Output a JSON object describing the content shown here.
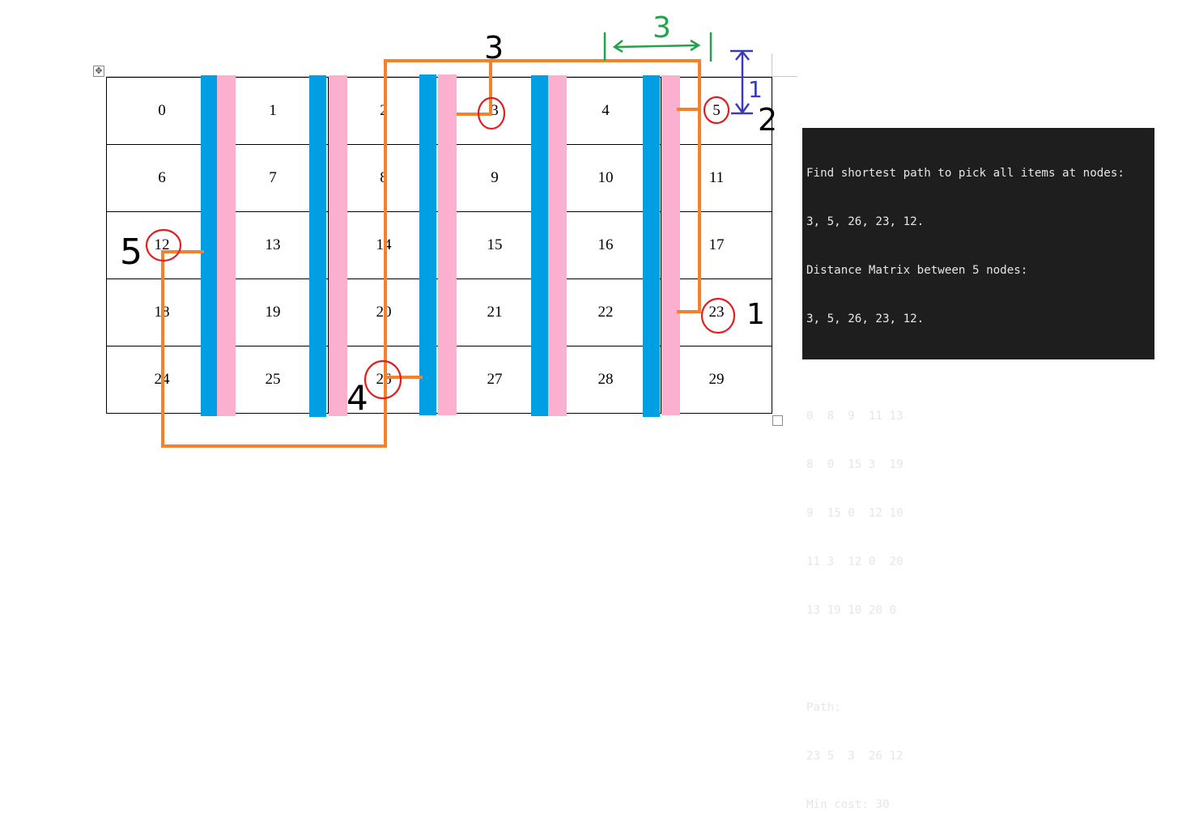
{
  "table": {
    "cells": [
      [
        "0",
        "1",
        "2",
        "3",
        "4",
        "5"
      ],
      [
        "6",
        "7",
        "8",
        "9",
        "10",
        "11"
      ],
      [
        "12",
        "13",
        "14",
        "15",
        "16",
        "17"
      ],
      [
        "18",
        "19",
        "20",
        "21",
        "22",
        "23"
      ],
      [
        "24",
        "25",
        "26",
        "27",
        "28",
        "29"
      ]
    ]
  },
  "annotations": {
    "order_labels": {
      "node_23": "1",
      "node_5": "2",
      "node_3": "3",
      "node_26": "4",
      "node_12": "5"
    },
    "aisle_width_label": "3",
    "row_height_label": "1",
    "colors": {
      "path": "#f5822a",
      "circle": "#e02020",
      "width_marker": "#22a24a",
      "height_marker": "#3b3bbd",
      "aisle_blue": "#009ee2",
      "aisle_pink": "#fbb0cf"
    }
  },
  "console": {
    "lines": [
      "Find shortest path to pick all items at nodes:",
      "3, 5, 26, 23, 12.",
      "Distance Matrix between 5 nodes:",
      "3, 5, 26, 23, 12.",
      "",
      "0  8  9  11 13",
      "8  0  15 3  19",
      "9  15 0  12 10",
      "11 3  12 0  20",
      "13 19 10 20 0",
      "",
      "Path:",
      "23 5  3  26 12",
      "Min cost: 30"
    ]
  }
}
